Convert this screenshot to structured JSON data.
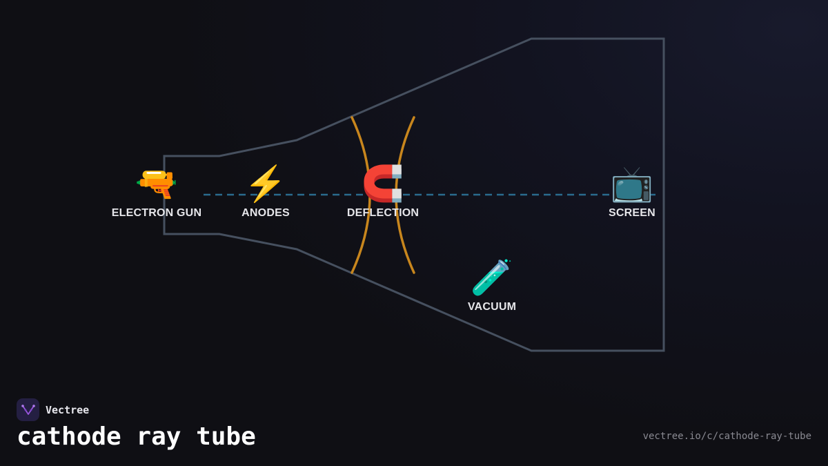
{
  "diagram": {
    "components": {
      "electron_gun": {
        "label": "ELECTRON GUN",
        "icon": "water-pistol-emoji",
        "glyph": "🔫"
      },
      "anodes": {
        "label": "ANODES",
        "icon": "lightning-emoji",
        "glyph": "⚡"
      },
      "deflection": {
        "label": "DEFLECTION",
        "icon": "magnet-emoji",
        "glyph": "🧲"
      },
      "screen": {
        "label": "SCREEN",
        "icon": "television-emoji",
        "glyph": "📺"
      },
      "vacuum": {
        "label": "VACUUM",
        "icon": "test-tube-emoji",
        "glyph": "🧪"
      }
    },
    "colors": {
      "tube_outline": "#46505f",
      "electron_beam": "#2a6b8e",
      "deflection_coils": "#c8861d"
    }
  },
  "footer": {
    "brand": "Vectree",
    "title": "cathode ray tube",
    "url": "vectree.io/c/cathode-ray-tube"
  }
}
